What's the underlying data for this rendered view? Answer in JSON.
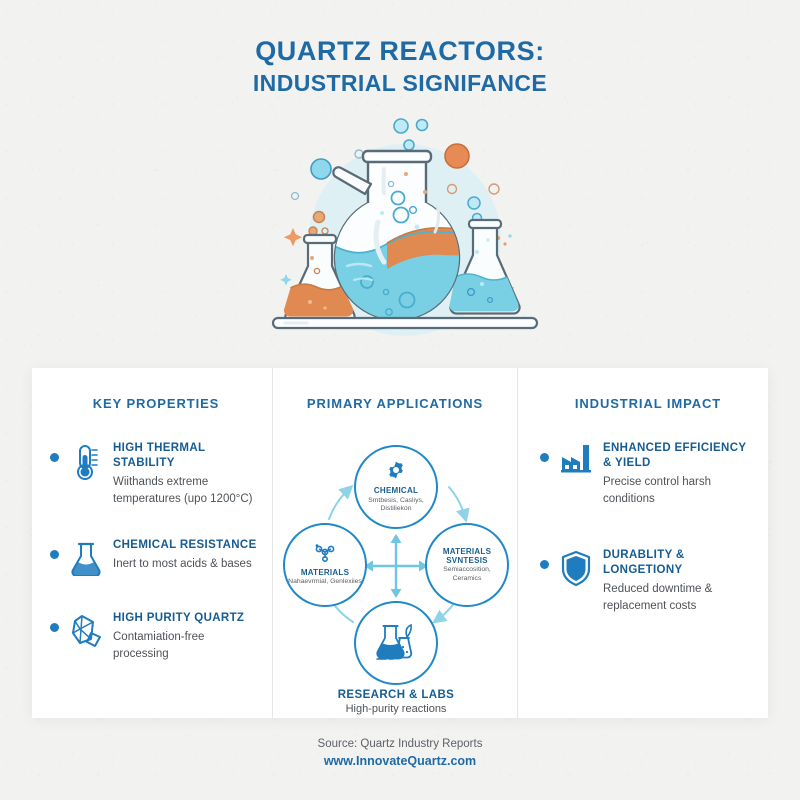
{
  "title": {
    "line1": "QUARTZ REACTORS:",
    "line2": "INDUSTRIAL SIGNIFANCE",
    "color": "#1f6aa5"
  },
  "hero": {
    "icon": "chemistry-flasks-illustration",
    "backdrop_color": "#d9f0f5",
    "liquid_blue": "#7ed4e6",
    "liquid_orange": "#e58a55",
    "outline_color": "#5a6b78"
  },
  "columns": {
    "left": {
      "heading": "KEY PROPERTIES",
      "items": [
        {
          "icon": "thermometer-icon",
          "title": "HIGH THERMAL STABILITY",
          "subtitle": "Wiithands extreme temperatures (upo 1200°C)"
        },
        {
          "icon": "flask-icon",
          "title": "CHEMICAL RESISTANCE",
          "subtitle": "Inert to most acids & bases"
        },
        {
          "icon": "crystal-icon",
          "title": "HIGH PURITY QUARTZ",
          "subtitle": "Contamiation-free processing"
        }
      ]
    },
    "middle": {
      "heading": "PRIMARY APPLICATIONS",
      "nodes": [
        {
          "position": "top",
          "icon": "gear-icon",
          "title": "CHEMICAL",
          "subtitle": "Smtbesis, Casliys, Distiliekon"
        },
        {
          "position": "left",
          "icon": "molecule-icon",
          "title": "MATERIALS",
          "subtitle": "Nahaevrmial, Genlexiies"
        },
        {
          "position": "right",
          "icon": "",
          "title": "MATERIALS SVNTESIS",
          "subtitle": "Semiaccosition, Ceramics"
        },
        {
          "position": "bottom",
          "icon": "lab-flasks-icon",
          "title": "",
          "subtitle": ""
        }
      ],
      "caption_title": "RESEARCH & LABS",
      "caption_subtitle": "High-purity reactions"
    },
    "right": {
      "heading": "INDUSTRIAL IMPACT",
      "items": [
        {
          "icon": "factory-icon",
          "title": "ENHANCED EFFICIENCY & YIELD",
          "subtitle": "Precise control harsh conditions"
        },
        {
          "icon": "shield-icon",
          "title": "DURABLITY & LONGETIONY",
          "subtitle": "Reduced downtime & replacement costs"
        }
      ]
    }
  },
  "footer": {
    "source": "Source: Quartz Industry Reports",
    "url": "www.InnovateQuartz.com"
  },
  "theme": {
    "background": "#f2f2f1",
    "card_background": "#ffffff",
    "accent_blue": "#1f7cbf",
    "deep_blue": "#155c93",
    "light_blue": "#6fc6e0",
    "body_text": "#4e5257",
    "divider": "#e6e6e6"
  }
}
